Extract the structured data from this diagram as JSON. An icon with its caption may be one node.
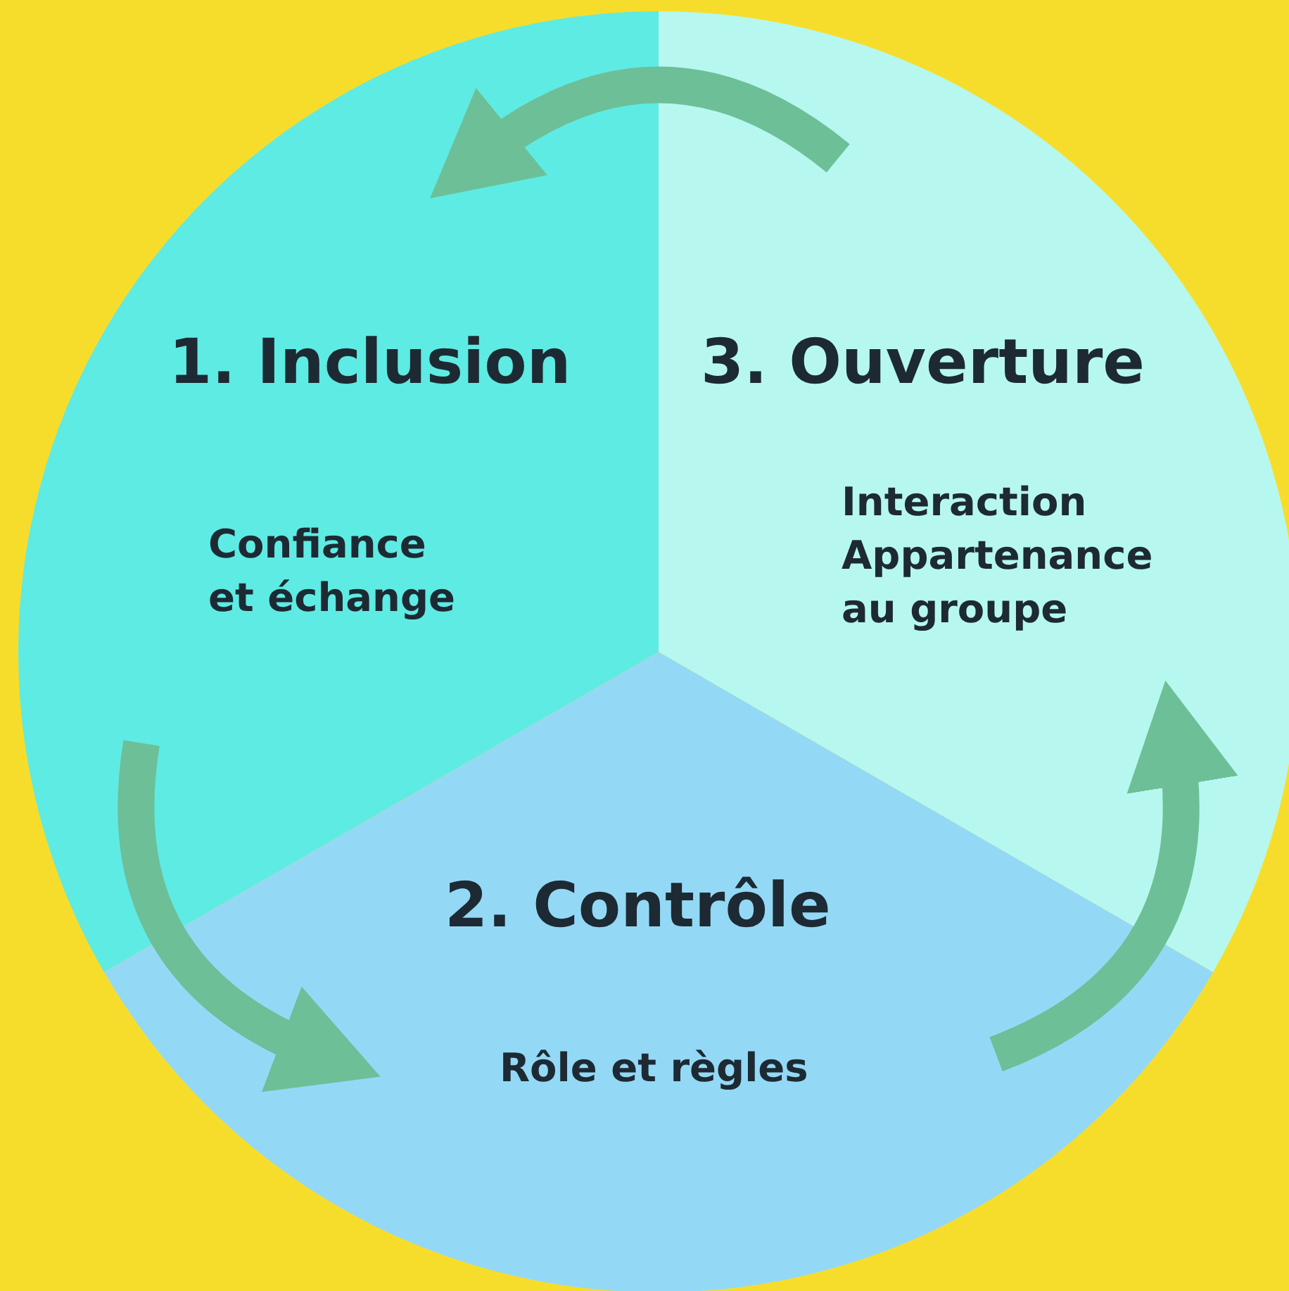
{
  "diagram": {
    "nodes": [
      {
        "text": [
          "1. Inclusion",
          "Confiance et échange"
        ]
      },
      {
        "text": [
          "2. Contrôle",
          "Rôle et règles"
        ]
      },
      {
        "text": [
          "3. Ouverture",
          "Interaction Appartenance au groupe"
        ]
      }
    ],
    "edges": [
      {
        "from": 2,
        "to": 0,
        "arrow": "to"
      },
      {
        "from": 0,
        "to": 1,
        "arrow": "to"
      },
      {
        "from": 1,
        "to": 2,
        "arrow": "to"
      }
    ]
  }
}
